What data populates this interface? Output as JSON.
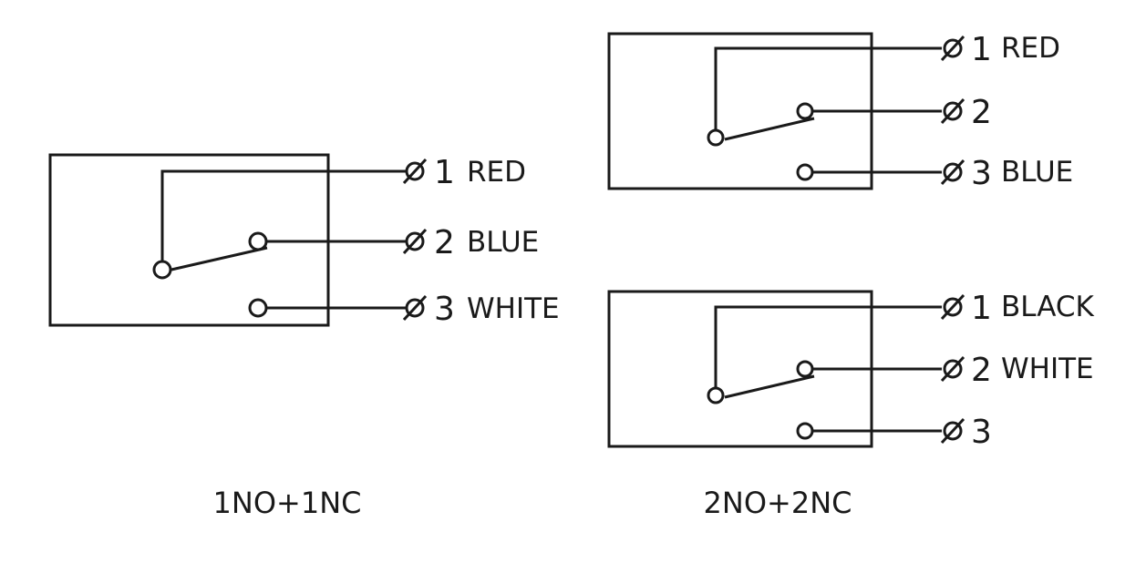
{
  "diagrams": [
    {
      "caption": "1NO+1NC",
      "terminals": [
        {
          "number": "1",
          "color": "RED"
        },
        {
          "number": "2",
          "color": "BLUE"
        },
        {
          "number": "3",
          "color": "WHITE"
        }
      ]
    },
    {
      "caption": "2NO+2NC",
      "switches": [
        {
          "terminals": [
            {
              "number": "1",
              "color": "RED"
            },
            {
              "number": "2",
              "color": ""
            },
            {
              "number": "3",
              "color": "BLUE"
            }
          ]
        },
        {
          "terminals": [
            {
              "number": "1",
              "color": "BLACK"
            },
            {
              "number": "2",
              "color": "WHITE"
            },
            {
              "number": "3",
              "color": ""
            }
          ]
        }
      ]
    }
  ]
}
